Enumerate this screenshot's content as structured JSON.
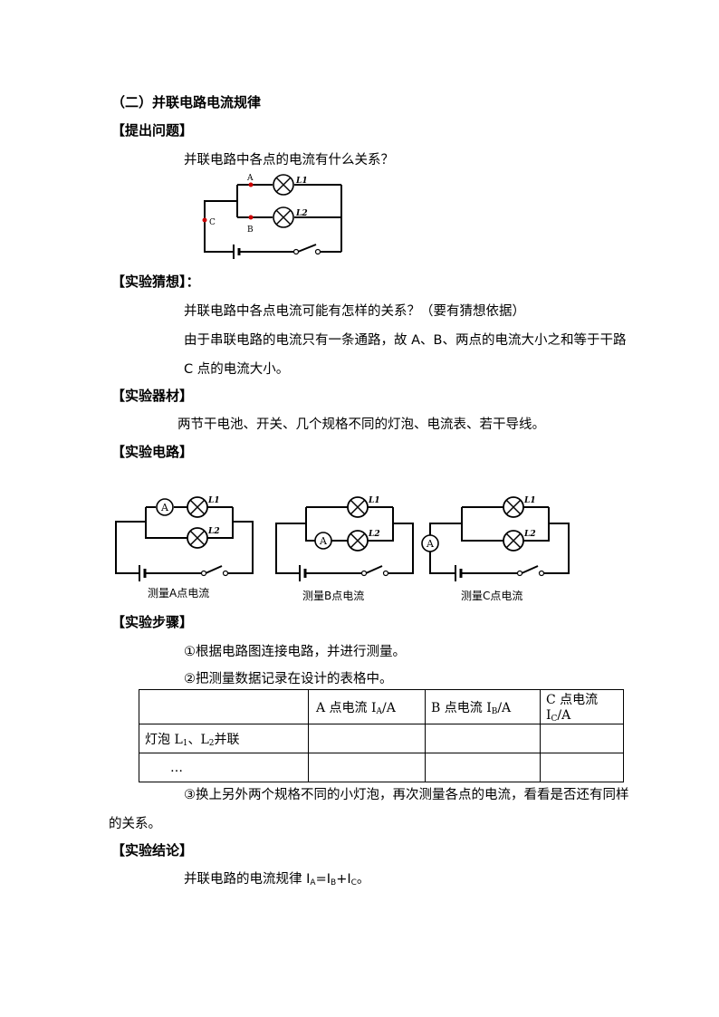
{
  "section_title": "（二）并联电路电流规律",
  "question": {
    "heading": "【提出问题】",
    "text": "并联电路中各点的电流有什么关系？",
    "diagram_labels": {
      "A": "A",
      "B": "B",
      "C": "C",
      "L1": "L1",
      "L2": "L2"
    }
  },
  "hypothesis": {
    "heading": "【实验猜想】：",
    "line1": "并联电路中各点电流可能有怎样的关系？（要有猜想依据）",
    "line2": "由于串联电路的电流只有一条通路，故 A、B、两点的电流大小之和等于干路",
    "line3": "C 点的电流大小。"
  },
  "materials": {
    "heading": "【实验器材】",
    "text": "两节干电池、开关、几个规格不同的灯泡、电流表、若干导线。"
  },
  "circuit": {
    "heading": "【实验电路】",
    "meter_symbol": "A",
    "lamp_labels": [
      "L1",
      "L2"
    ],
    "captions": [
      "测量A点电流",
      "测量B点电流",
      "测量C点电流"
    ]
  },
  "steps": {
    "heading": "【实验步骤】",
    "step1": "①根据电路图连接电路，并进行测量。",
    "step2": "②把测量数据记录在设计的表格中。",
    "step3_line1": "③换上另外两个规格不同的小灯泡，再次测量各点的电流，看看是否还有同样",
    "step3_line2": "的关系。"
  },
  "table": {
    "headers": [
      "",
      "A 点电流 I",
      "B 点电流 I",
      "C 点电流 I"
    ],
    "header_subs": [
      "",
      "A",
      "B",
      "C"
    ],
    "header_units": [
      "",
      "/A",
      "/A",
      "/A"
    ],
    "row1_label_parts": [
      "灯泡 L",
      "1",
      "、L",
      "2",
      "并联"
    ],
    "row2_label": "…"
  },
  "conclusion": {
    "heading": "【实验结论】",
    "text_prefix": "并联电路的电流规律 I",
    "subs": [
      "A",
      "B",
      "C"
    ],
    "ops": [
      "=I",
      "+I",
      "。"
    ]
  }
}
